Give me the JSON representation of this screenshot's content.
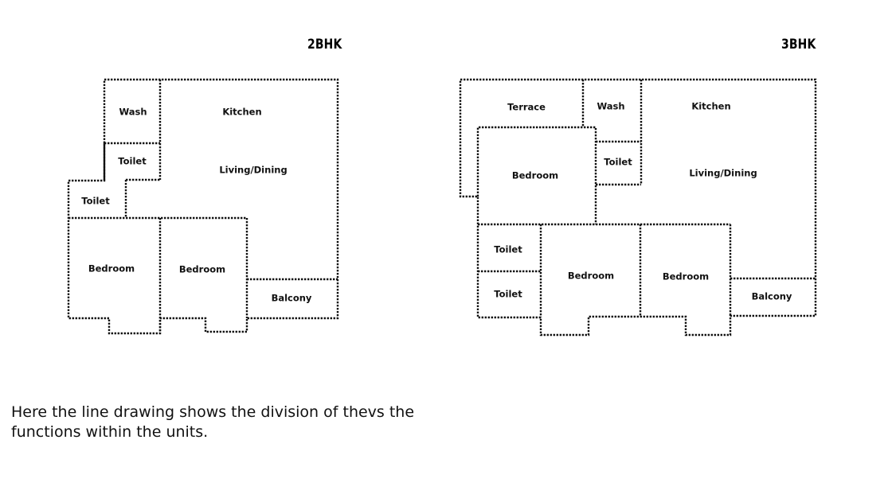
{
  "plans": {
    "left": {
      "title": "2BHK",
      "rooms": {
        "wash": "Wash",
        "kitchen": "Kitchen",
        "toilet_upper": "Toilet",
        "living_dining": "Living/Dining",
        "toilet_lower": "Toilet",
        "bedroom_left": "Bedroom",
        "bedroom_right": "Bedroom",
        "balcony": "Balcony"
      }
    },
    "right": {
      "title": "3BHK",
      "rooms": {
        "terrace": "Terrace",
        "wash": "Wash",
        "kitchen": "Kitchen",
        "toilet_center": "Toilet",
        "bedroom_upper": "Bedroom",
        "living_dining": "Living/Dining",
        "toilet_upper_left": "Toilet",
        "toilet_lower_left": "Toilet",
        "bedroom_middle": "Bedroom",
        "bedroom_right": "Bedroom",
        "balcony": "Balcony"
      }
    }
  },
  "caption": "Here the line drawing shows the division of thevs the functions within the units."
}
